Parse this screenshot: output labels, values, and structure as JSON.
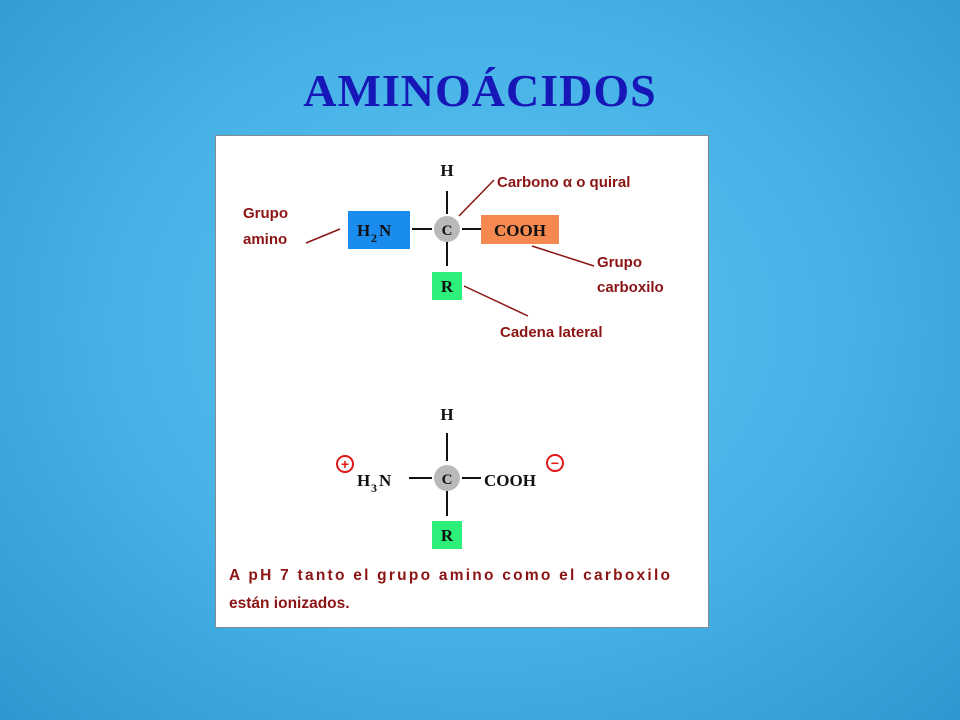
{
  "slide": {
    "title": "AMINOÁCIDOS"
  },
  "diagram1": {
    "h_top": "H",
    "carbon": "C",
    "amine_H": "H",
    "amine_sub": "2",
    "amine_N": "N",
    "carboxyl": "COOH",
    "side_chain": "R",
    "label_carbon": "Carbono α o quiral",
    "label_amino_line1": "Grupo",
    "label_amino_line2": "amino",
    "label_carboxyl_line1": "Grupo",
    "label_carboxyl_line2": "carboxilo",
    "label_side_chain": "Cadena lateral"
  },
  "diagram2": {
    "h_top": "H",
    "carbon": "C",
    "amine_H": "H",
    "amine_sub": "3",
    "amine_N": "N",
    "carboxyl": "COOH",
    "side_chain": "R",
    "charge_positive": "+",
    "charge_negative": "−",
    "note_line1": "A pH 7 tanto el grupo amino como el carboxilo",
    "note_line2": "están ionizados."
  },
  "colors": {
    "title": "#1717b8",
    "amine_box": "#1a8cf0",
    "carboxyl_box": "#f5894f",
    "side_chain_box": "#2cf07a",
    "carbon_circle": "#b9b9b9",
    "label_text": "#8b1414",
    "charge": "#e01818"
  }
}
